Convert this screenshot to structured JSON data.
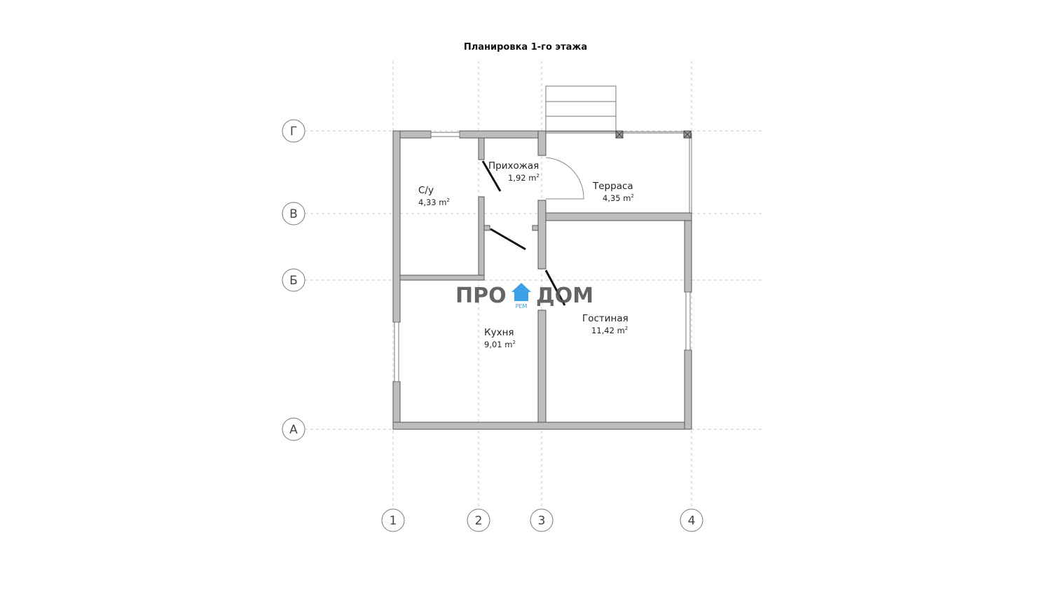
{
  "title": "Планировка 1-го этажа",
  "axes": {
    "vertical": [
      "1",
      "2",
      "3",
      "4"
    ],
    "horizontal": [
      "Г",
      "В",
      "Б",
      "А"
    ]
  },
  "rooms": [
    {
      "name": "С/у",
      "area": "4,33 m",
      "sup": "2"
    },
    {
      "name": "Прихожая",
      "area": "1,92 m",
      "sup": "2"
    },
    {
      "name": "Терраса",
      "area": "4,35 m",
      "sup": "2"
    },
    {
      "name": "Кухня",
      "area": "9,01 m",
      "sup": "2"
    },
    {
      "name": "Гостиная",
      "area": "11,42 m",
      "sup": "2"
    }
  ],
  "watermark": {
    "left": "ПРО",
    "right": "ДОМ",
    "sub": "РЕМ",
    "accent": "#3aa0e8"
  }
}
